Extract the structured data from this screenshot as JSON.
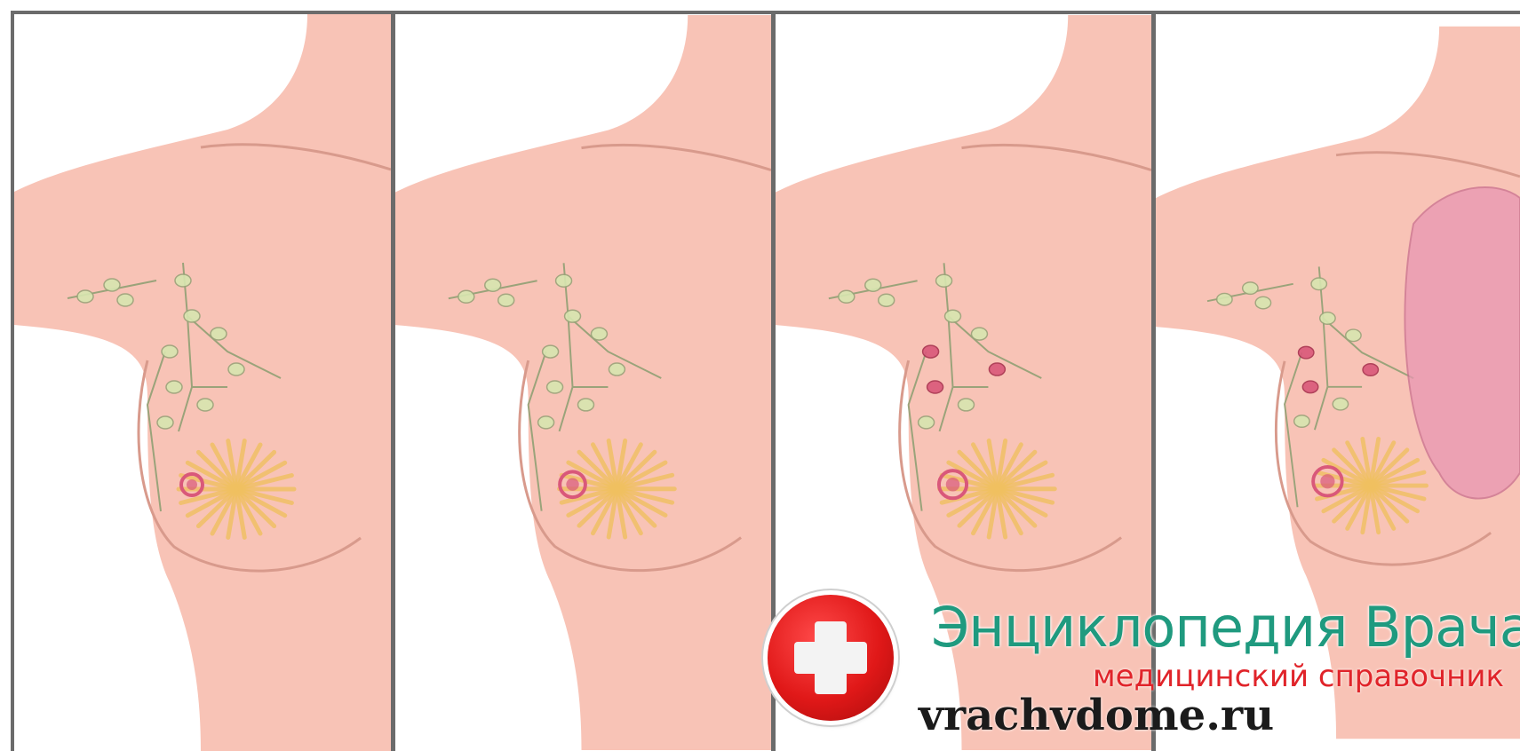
{
  "image": {
    "subject": "four-panel-medical-illustration",
    "panel_count": 4,
    "colors": {
      "skin": "#f8c3b6",
      "skin_dark": "#efb0a3",
      "outline": "#d89a8c",
      "lymph_node": "#d7e6b0",
      "lymph_vessel": "#9aa37a",
      "gland": "#f0c060",
      "tumor": "#d9587a",
      "swelling": "#e896b2",
      "frame": "#6b6b6b"
    }
  },
  "watermark": {
    "title": "Энциклопедия Врача",
    "subtitle": "медицинский справочник",
    "site": "vrachvdome.ru",
    "icon": "medical-cross-icon",
    "colors": {
      "circle": "#e01818",
      "title": "#1f9a7f",
      "subtitle": "#e0242a",
      "site": "#1b1b1b"
    }
  }
}
